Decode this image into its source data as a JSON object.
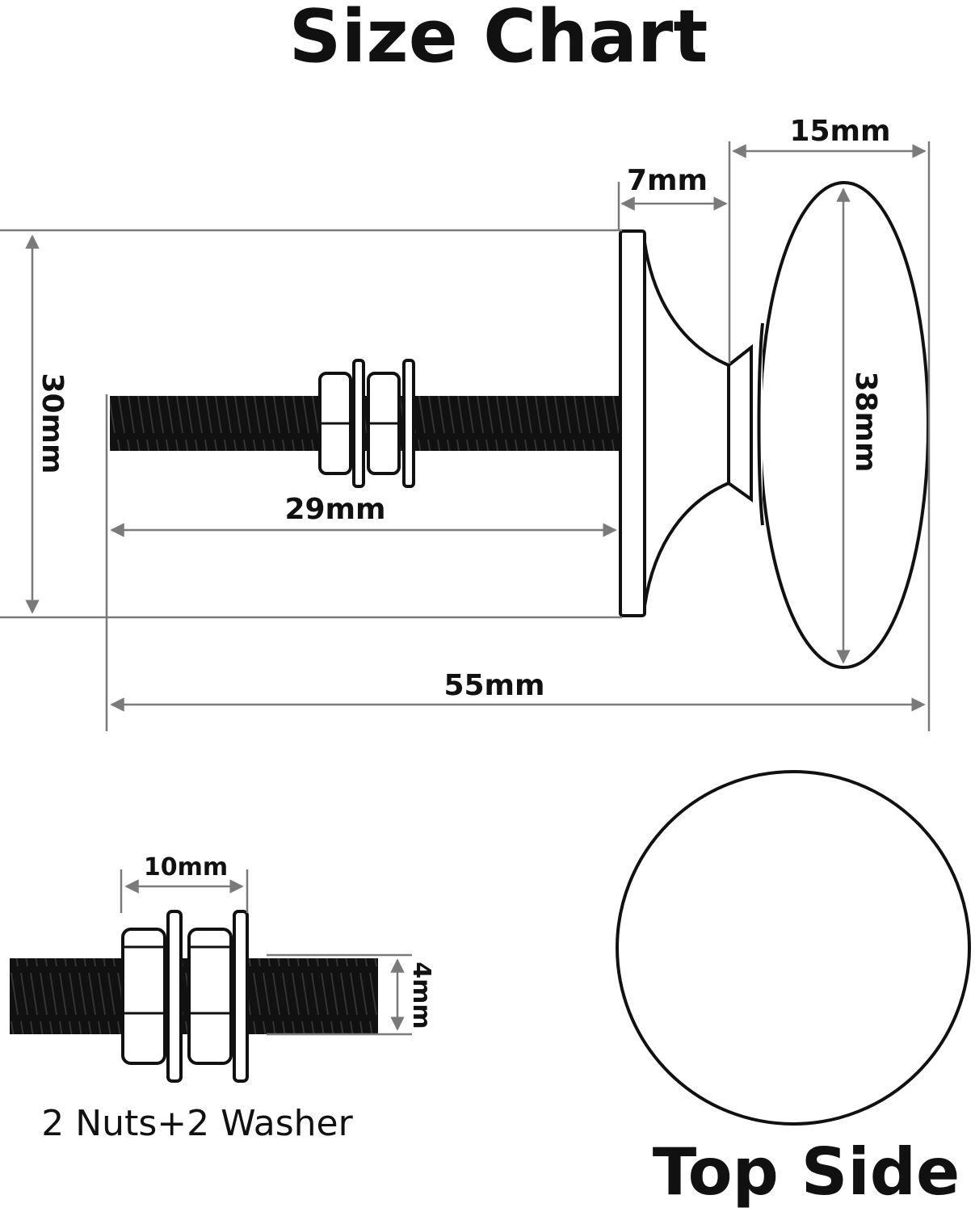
{
  "title": "Size Chart",
  "dimensions": {
    "total_length": "55mm",
    "base_diameter": "30mm",
    "thread_length": "29mm",
    "base_thickness": "7mm",
    "head_length": "15mm",
    "head_diameter": "38mm",
    "nut_set_width": "10mm",
    "thread_diameter": "4mm"
  },
  "hardware_caption": "2 Nuts+2 Washer",
  "top_view_caption": "Top Side",
  "colors": {
    "outline": "#111111",
    "dimension_lines": "#7a7a7a",
    "background": "#ffffff"
  }
}
